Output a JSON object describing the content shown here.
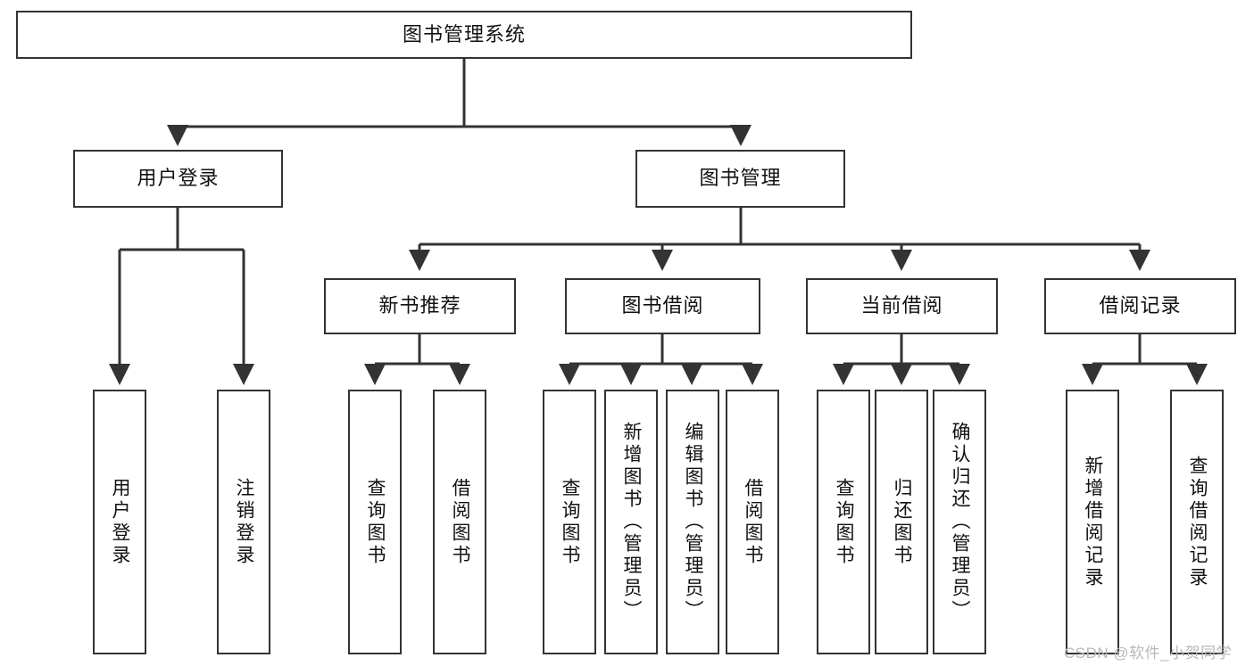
{
  "diagram": {
    "title": "图书管理系统",
    "level2": [
      {
        "label": "用户登录"
      },
      {
        "label": "图书管理"
      }
    ],
    "level3": [
      {
        "label": "新书推荐"
      },
      {
        "label": "图书借阅"
      },
      {
        "label": "当前借阅"
      },
      {
        "label": "借阅记录"
      }
    ],
    "leaves": [
      {
        "label": "用户登录"
      },
      {
        "label": "注销登录"
      },
      {
        "label": "查询图书"
      },
      {
        "label": "借阅图书"
      },
      {
        "label": "查询图书"
      },
      {
        "label": "新增图书（管理员）"
      },
      {
        "label": "编辑图书（管理员）"
      },
      {
        "label": "借阅图书"
      },
      {
        "label": "查询图书"
      },
      {
        "label": "归还图书"
      },
      {
        "label": "确认归还（管理员）"
      },
      {
        "label": "新增借阅记录"
      },
      {
        "label": "查询借阅记录"
      }
    ]
  },
  "watermark": {
    "text": "CSDN @软件_小贺同学"
  },
  "colors": {
    "stroke": "#333333",
    "background": "#ffffff",
    "text": "#111111",
    "watermark": "#b9b9b9"
  }
}
